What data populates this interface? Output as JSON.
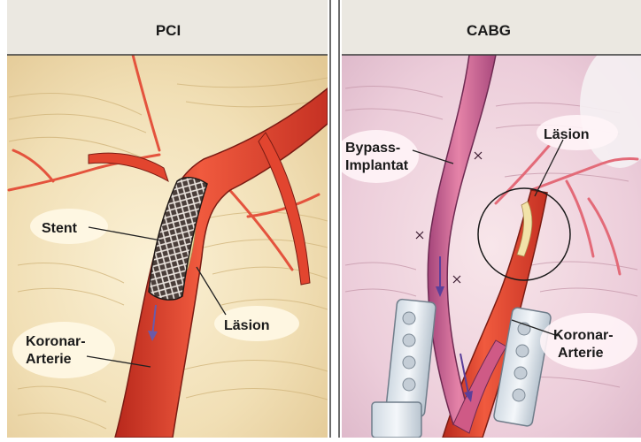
{
  "panels": [
    {
      "title": "PCI",
      "labels": {
        "stent": "Stent",
        "lesion": "Läsion",
        "artery_line1": "Koronar-",
        "artery_line2": "Arterie"
      }
    },
    {
      "title": "CABG",
      "labels": {
        "bypass_line1": "Bypass-",
        "bypass_line2": "Implantat",
        "lesion": "Läsion",
        "artery_line1": "Koronar-",
        "artery_line2": "Arterie"
      }
    }
  ],
  "colors": {
    "artery": "#e8412f",
    "artery_dark": "#b8281c",
    "graft": "#d9668e",
    "graft_dark": "#8d3b63",
    "stent": "#2a2422",
    "background_left": "#f2e2bb",
    "background_right": "#f0d3de",
    "header": "#ebe8e1"
  }
}
